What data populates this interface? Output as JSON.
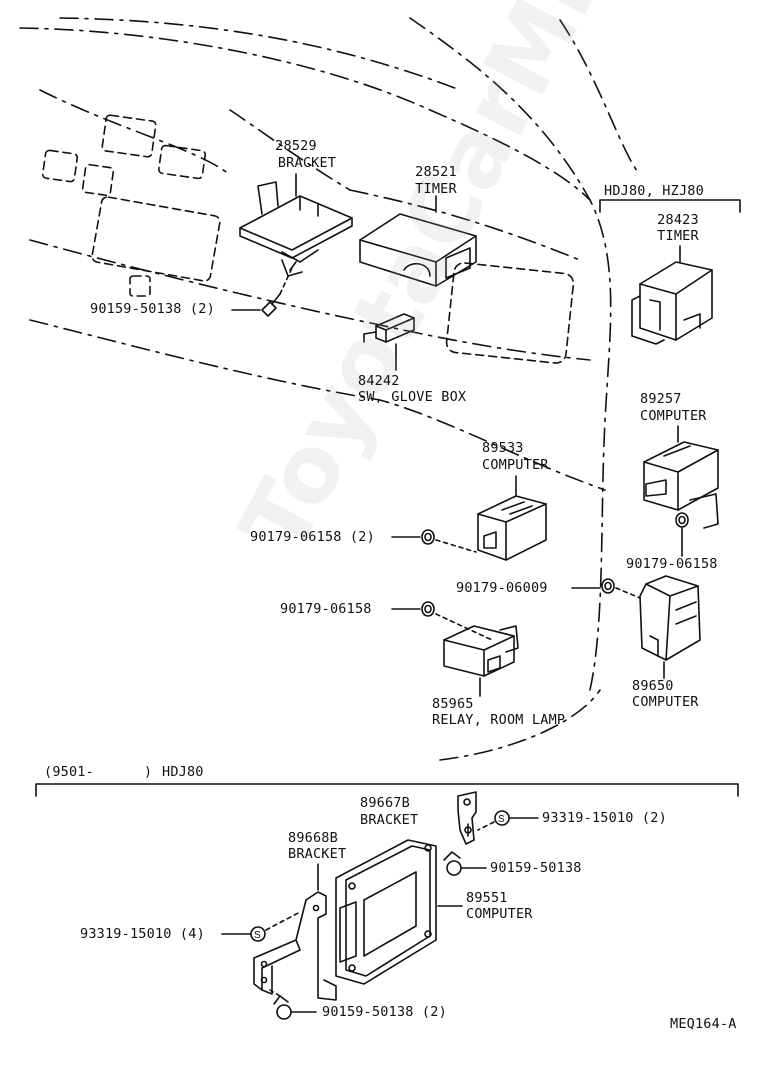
{
  "watermark": "ToyotaCarMine.ru",
  "parts": {
    "bracket_28529": {
      "number": "28529",
      "name": "BRACKET"
    },
    "timer_28521": {
      "number": "28521",
      "name": "TIMER"
    },
    "bolt_top": {
      "number": "90159-50138 (2)"
    },
    "switch_glove": {
      "number": "84242",
      "name": "SW, GLOVE BOX"
    },
    "computer_89533": {
      "number": "89533",
      "name": "COMPUTER"
    },
    "nut_a": {
      "number": "90179-06158 (2)"
    },
    "nut_b": {
      "number": "90179-06158"
    },
    "relay_room": {
      "number": "85965",
      "name": "RELAY, ROOM LAMP"
    },
    "timer_28423": {
      "number": "28423",
      "name": "TIMER"
    },
    "computer_89257": {
      "number": "89257",
      "name": "COMPUTER"
    },
    "nut_c": {
      "number": "90179-06158"
    },
    "nut_d": {
      "number": "90179-06009"
    },
    "computer_89650": {
      "number": "89650",
      "name": "COMPUTER"
    },
    "bracket_89667b": {
      "number": "89667B",
      "name": "BRACKET"
    },
    "bolt_93319_a": {
      "number": "93319-15010 (2)"
    },
    "bracket_89668b": {
      "number": "89668B",
      "name": "BRACKET"
    },
    "bolt_90159_single": {
      "number": "90159-50138"
    },
    "computer_89551": {
      "number": "89551",
      "name": "COMPUTER"
    },
    "bolt_93319_b": {
      "number": "93319-15010 (4)"
    },
    "bolt_90159_pair": {
      "number": "90159-50138 (2)"
    }
  },
  "groups": {
    "hdj80_hzj80": "HDJ80, HZJ80",
    "lower_date": "(9501-      )",
    "lower_model": "HDJ80"
  },
  "diagram_code": "MEQ164-A"
}
